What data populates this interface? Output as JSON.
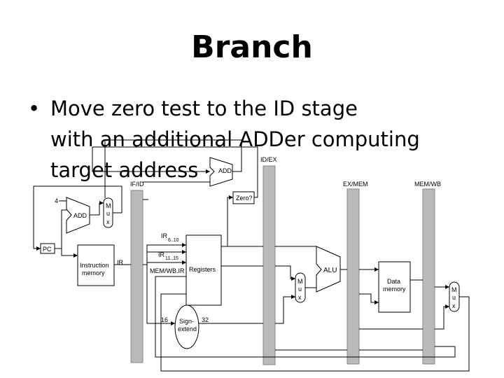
{
  "slide": {
    "title": "Branch",
    "bullet": {
      "line1": "Move zero test to the ID stage",
      "line2": "with an additional ADDer computing",
      "line3": "target address"
    }
  },
  "diagram": {
    "pipeline_registers": [
      "IF/ID",
      "ID/EX",
      "EX/MEM",
      "MEM/WB"
    ],
    "units": {
      "pc": "PC",
      "add_pc": "ADD",
      "add_branch": "ADD",
      "const4": "4",
      "mux_label": [
        "M",
        "u",
        "x"
      ],
      "instr_mem": [
        "Instruction",
        "memory"
      ],
      "registers": "Registers",
      "zero": "Zero?",
      "alu": "ALU",
      "data_mem": [
        "Data",
        "memory"
      ],
      "sign_extend": [
        "Sign-",
        "extend"
      ],
      "bits16": "16",
      "bits32": "32"
    },
    "labels": {
      "ir_fetch": "IR",
      "ir_610": "IR",
      "ir_610_sub": "6..10",
      "ir_1115": "IR",
      "ir_1115_sub": "11..15",
      "memwb_ir": "MEM/WB.IR"
    }
  }
}
